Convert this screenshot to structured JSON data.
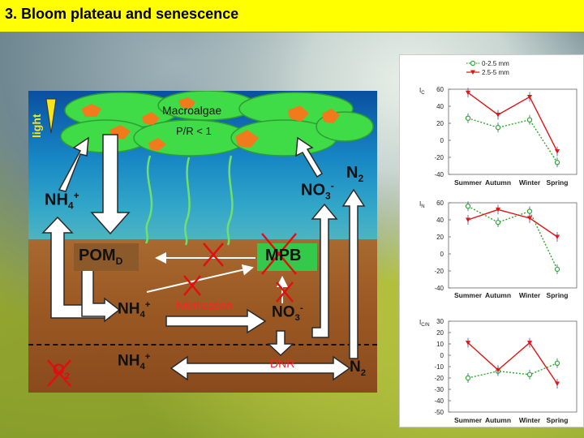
{
  "title": "3. Bloom plateau and senescence",
  "diagram": {
    "light": "light",
    "macroalgae": "Macroalgae",
    "pr_ratio": "P/R < 1",
    "nh4_left": {
      "base": "NH",
      "sub": "4",
      "sup": "+"
    },
    "no3_top": {
      "base": "NO",
      "sub": "3",
      "sup": "-"
    },
    "n2_top": {
      "base": "N",
      "sub": "2"
    },
    "pomd": {
      "base": "POM",
      "sub": "D"
    },
    "mpb": "MPB",
    "nh4_mid": {
      "base": "NH",
      "sub": "4",
      "sup": "+"
    },
    "nitrification": "Nitrification",
    "no3_mid": {
      "base": "NO",
      "sub": "3",
      "sup": "-"
    },
    "o2": {
      "base": "O",
      "sub": "2"
    },
    "nh4_bottom": {
      "base": "NH",
      "sub": "4",
      "sup": "+"
    },
    "dnr": "DNR",
    "n2_bottom": {
      "base": "N",
      "sub": "2"
    },
    "colors": {
      "algae": "#3fdc48",
      "algae_spot": "#f07a1c",
      "cross": "#e01010",
      "nitrification": "#ff2222",
      "dnr": "#ff2222"
    }
  },
  "chart_legend": [
    {
      "label": "0-2.5 mm",
      "color": "#2ea82e",
      "marker": "circle",
      "line": "dotted"
    },
    {
      "label": "2.5-5 mm",
      "color": "#e01515",
      "marker": "triangle-down",
      "line": "solid"
    }
  ],
  "chart_data": [
    {
      "type": "line",
      "ylabel_base": "I",
      "ylabel_sub": "C",
      "categories": [
        "Summer",
        "Autumn",
        "Winter",
        "Spring"
      ],
      "ylim": [
        -40,
        60
      ],
      "yticks": [
        60,
        40,
        20,
        0,
        -20,
        -40
      ],
      "series": [
        {
          "name": "0-2.5 mm",
          "values": [
            26,
            15,
            24,
            -26
          ]
        },
        {
          "name": "2.5-5 mm",
          "values": [
            56,
            30,
            51,
            -13
          ]
        }
      ]
    },
    {
      "type": "line",
      "ylabel_base": "I",
      "ylabel_sub": "N",
      "categories": [
        "Summer",
        "Autumn",
        "Winter",
        "Spring"
      ],
      "ylim": [
        -40,
        60
      ],
      "yticks": [
        60,
        40,
        20,
        0,
        -20,
        -40
      ],
      "series": [
        {
          "name": "0-2.5 mm",
          "values": [
            56,
            37,
            50,
            -18
          ]
        },
        {
          "name": "2.5-5 mm",
          "values": [
            40,
            52,
            42,
            20
          ]
        }
      ]
    },
    {
      "type": "line",
      "ylabel_base": "I",
      "ylabel_sub": "C/N",
      "categories": [
        "Summer",
        "Autumn",
        "Winter",
        "Spring"
      ],
      "ylim": [
        -50,
        30
      ],
      "yticks": [
        30,
        20,
        10,
        0,
        -10,
        -20,
        -30,
        -40,
        -50
      ],
      "series": [
        {
          "name": "0-2.5 mm",
          "values": [
            -20,
            -14,
            -17,
            -7
          ]
        },
        {
          "name": "2.5-5 mm",
          "values": [
            11,
            -13,
            11,
            -25
          ]
        }
      ]
    }
  ]
}
